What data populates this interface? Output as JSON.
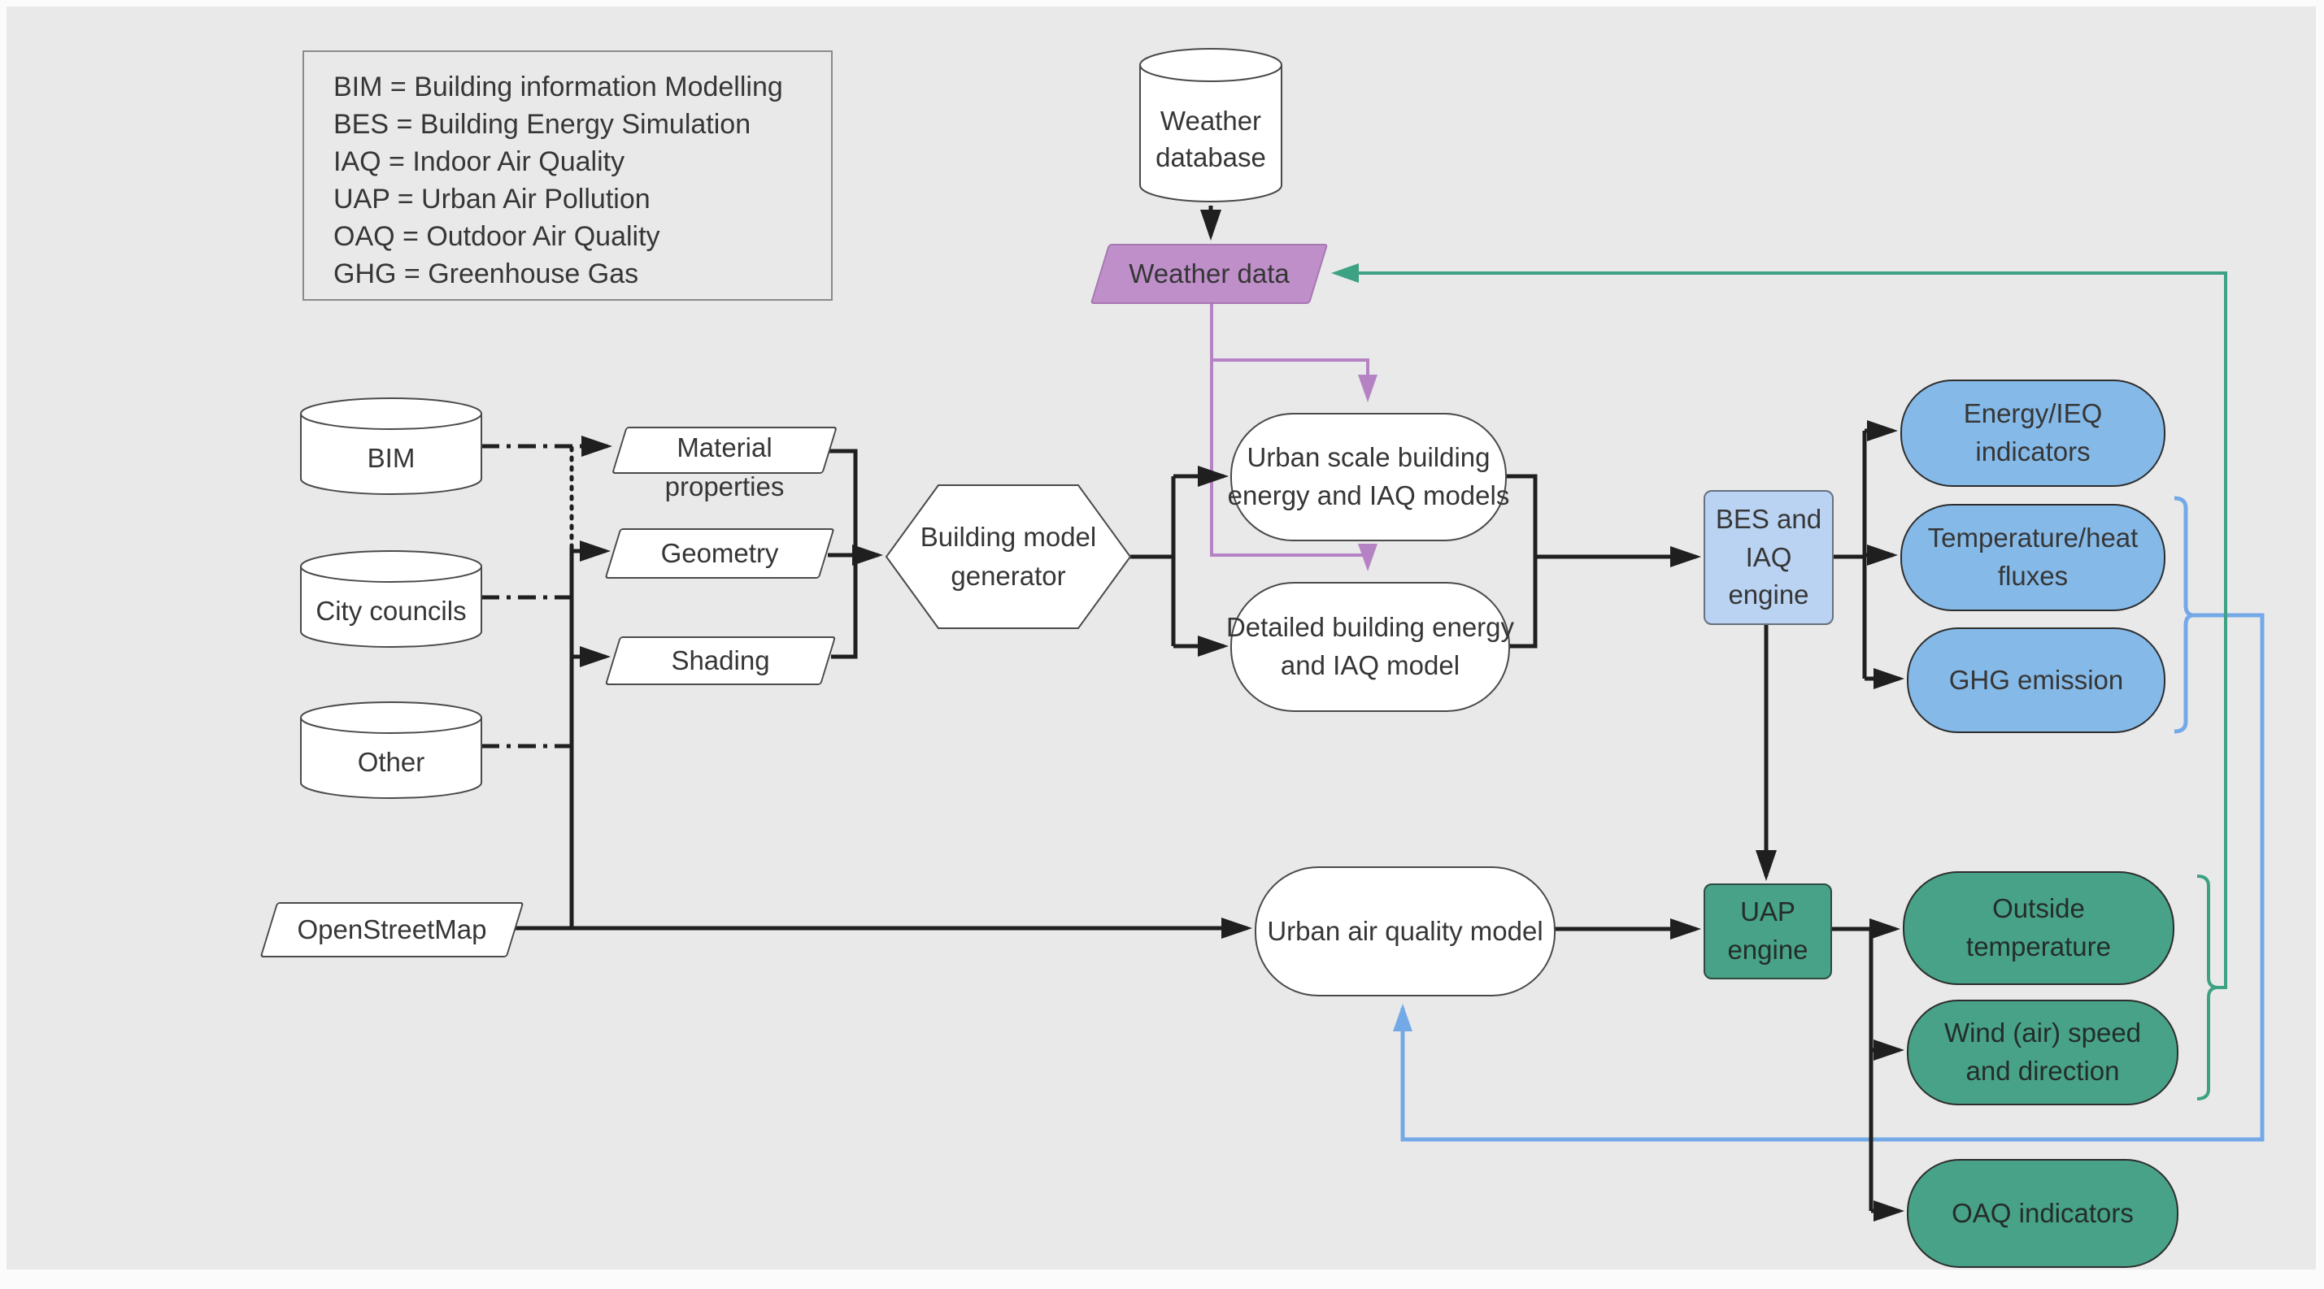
{
  "legend": {
    "lines": [
      "BIM = Building information Modelling",
      "BES = Building Energy Simulation",
      "IAQ = Indoor Air Quality",
      "UAP = Urban Air Pollution",
      "OAQ = Outdoor Air Quality",
      "GHG = Greenhouse Gas"
    ]
  },
  "nodes": {
    "weather_database": {
      "label": "Weather\ndatabase"
    },
    "weather_data": {
      "label": "Weather data"
    },
    "bim": {
      "label": "BIM"
    },
    "city_councils": {
      "label": "City councils"
    },
    "other": {
      "label": "Other"
    },
    "openstreetmap": {
      "label": "OpenStreetMap"
    },
    "material_properties": {
      "label": "Material\nproperties"
    },
    "geometry": {
      "label": "Geometry"
    },
    "shading": {
      "label": "Shading"
    },
    "building_model_generator": {
      "label": "Building model\ngenerator"
    },
    "urban_scale_model": {
      "label": "Urban scale building\nenergy and IAQ models"
    },
    "detailed_model": {
      "label": "Detailed building energy\nand IAQ model"
    },
    "urban_air_quality_model": {
      "label": "Urban air quality model"
    },
    "bes_iaq_engine": {
      "label": "BES and\nIAQ\nengine"
    },
    "uap_engine": {
      "label": "UAP\nengine"
    },
    "energy_ieq_indicators": {
      "label": "Energy/IEQ\nindicators"
    },
    "temperature_heat_fluxes": {
      "label": "Temperature/heat\nfluxes"
    },
    "ghg_emission": {
      "label": "GHG emission"
    },
    "outside_temperature": {
      "label": "Outside\ntemperature"
    },
    "wind_speed_direction": {
      "label": "Wind (air) speed\nand direction"
    },
    "oaq_indicators": {
      "label": "OAQ indicators"
    }
  },
  "colors": {
    "background": "#e9e9e9",
    "black_line": "#1f1f1f",
    "purple_fill": "#bf8fca",
    "purple_line": "#b583c4",
    "blue_pill_fill": "#85b9e8",
    "bes_engine_fill": "#bad3f2",
    "green_fill": "#47a287",
    "green_line": "#3da183",
    "blue_line": "#74a9e8",
    "shape_stroke": "#4a4a4a",
    "text": "#363636"
  }
}
